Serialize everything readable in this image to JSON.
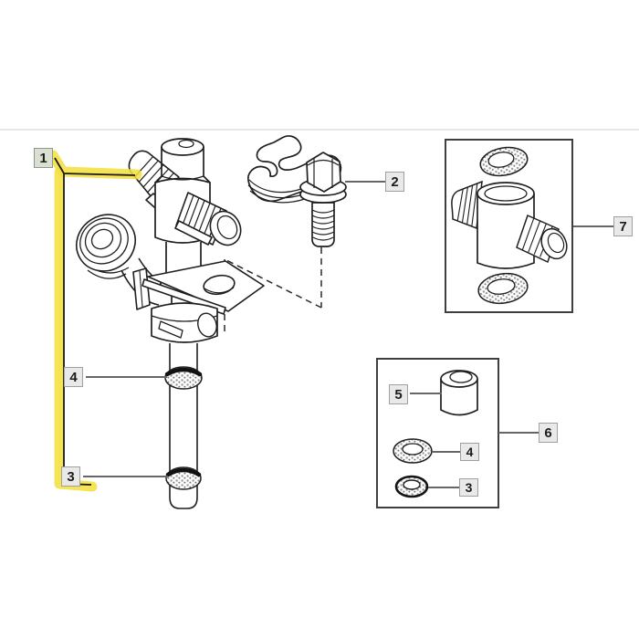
{
  "page": {
    "background_color": "#ffffff",
    "divider_color": "#dedede"
  },
  "diagram": {
    "type": "exploded-parts-diagram",
    "highlight_color": "#f2df38",
    "line_color": "#1f1f1f",
    "leader_color": "#666666",
    "callouts": {
      "c1": {
        "label": "1",
        "highlighted": true
      },
      "c2": {
        "label": "2",
        "highlighted": false
      },
      "c4_main": {
        "label": "4",
        "highlighted": false
      },
      "c3_main": {
        "label": "3",
        "highlighted": false
      },
      "c7": {
        "label": "7",
        "highlighted": false
      },
      "c5": {
        "label": "5",
        "highlighted": false
      },
      "c4_kit": {
        "label": "4",
        "highlighted": false
      },
      "c3_kit": {
        "label": "3",
        "highlighted": false
      },
      "c6": {
        "label": "6",
        "highlighted": false
      }
    }
  }
}
